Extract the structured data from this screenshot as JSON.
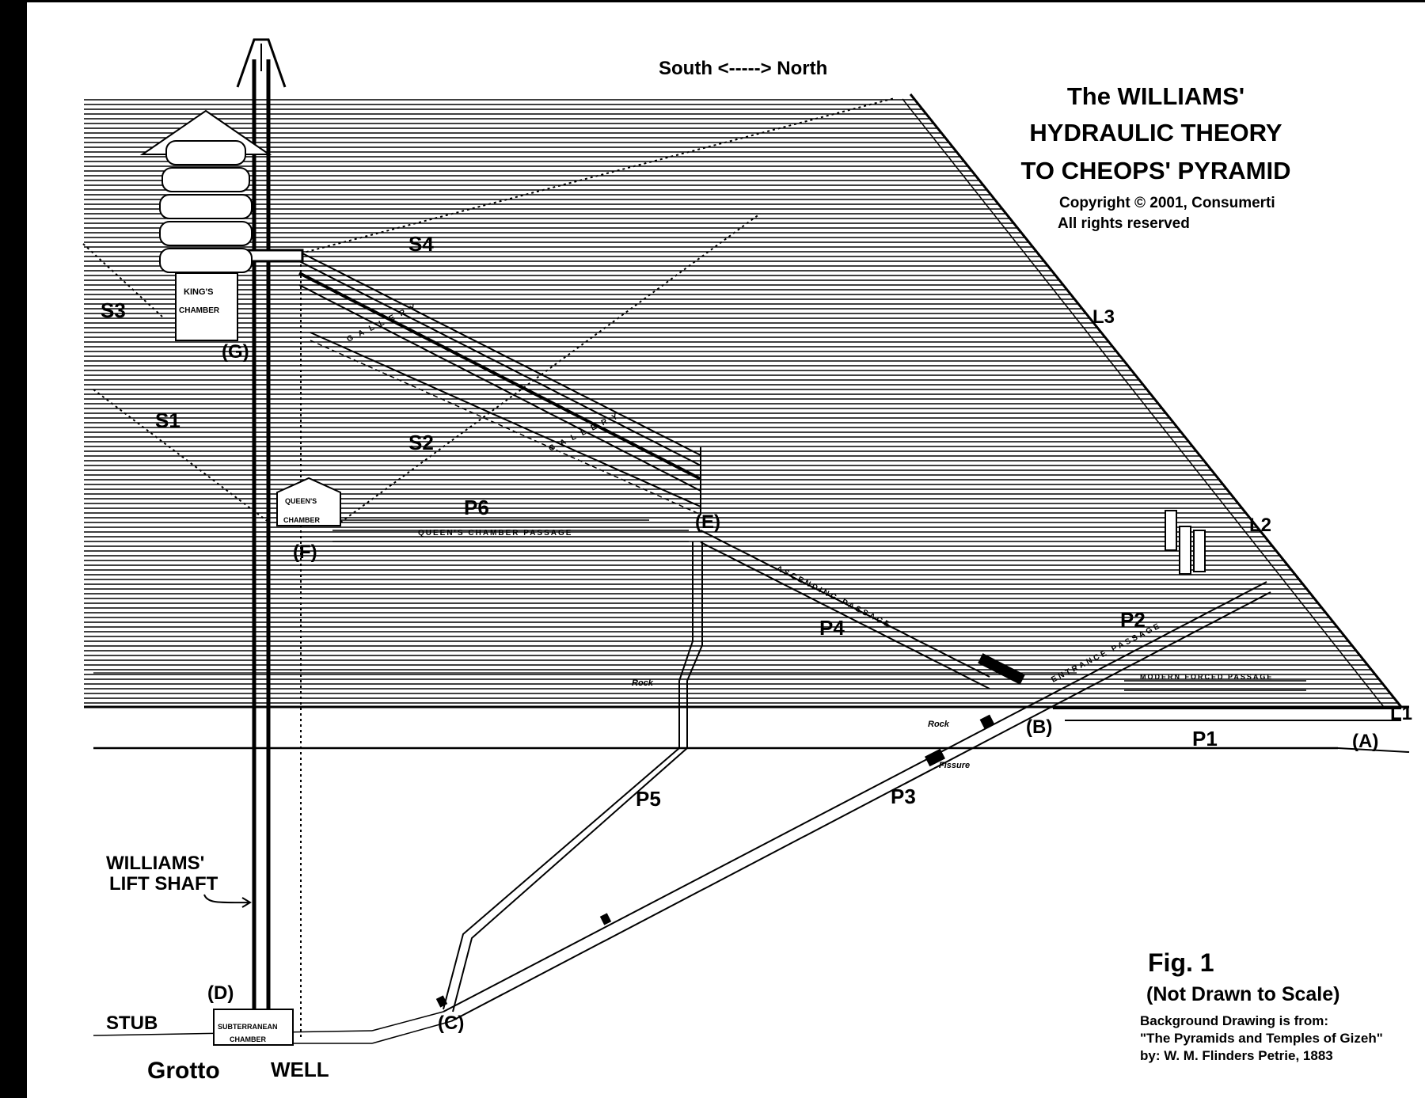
{
  "direction_label": "South <-----> North",
  "title": {
    "line1": "The WILLIAMS'",
    "line2": "HYDRAULIC THEORY",
    "line3": "TO CHEOPS' PYRAMID",
    "copyright": "Copyright © 2001, Consumerti",
    "rights": "All rights reserved"
  },
  "figure": {
    "label": "Fig. 1",
    "note": "(Not Drawn to Scale)",
    "source_line1": "Background Drawing is from:",
    "source_line2": "\"The Pyramids and Temples of Gizeh\"",
    "source_line3": "by: W. M. Flinders Petrie, 1883"
  },
  "labels": {
    "s1": "S1",
    "s2": "S2",
    "s3": "S3",
    "s4": "S4",
    "l1": "L1",
    "l2": "L2",
    "l3": "L3",
    "p1": "P1",
    "p2": "P2",
    "p3": "P3",
    "p4": "P4",
    "p5": "P5",
    "p6": "P6",
    "a": "(A)",
    "b": "(B)",
    "c": "(C)",
    "d": "(D)",
    "e": "(E)",
    "f": "(F)",
    "g": "(G)",
    "stub": "STUB",
    "grotto": "Grotto",
    "well": "WELL",
    "lift_shaft_1": "WILLIAMS'",
    "lift_shaft_2": "LIFT SHAFT",
    "kings_chamber_1": "KING'S",
    "kings_chamber_2": "CHAMBER",
    "queens_chamber_1": "QUEEN'S",
    "queens_chamber_2": "CHAMBER",
    "queens_passage": "QUEEN'S CHAMBER PASSAGE",
    "gallery_upper": "GALLERY",
    "gallery_lower": "GALLERY",
    "ascending": "ASCENDING PASSAGE",
    "descending": "ENTRANCE PASSAGE",
    "modern_passage": "MODERN FORCED PASSAGE",
    "subterranean_1": "SUBTERRANEAN",
    "subterranean_2": "CHAMBER",
    "rock_1": "Rock",
    "rock_2": "Rock",
    "fissure": "Fissure"
  },
  "colors": {
    "ink": "#000000",
    "paper": "#ffffff",
    "grey": "#9a9a9a"
  }
}
